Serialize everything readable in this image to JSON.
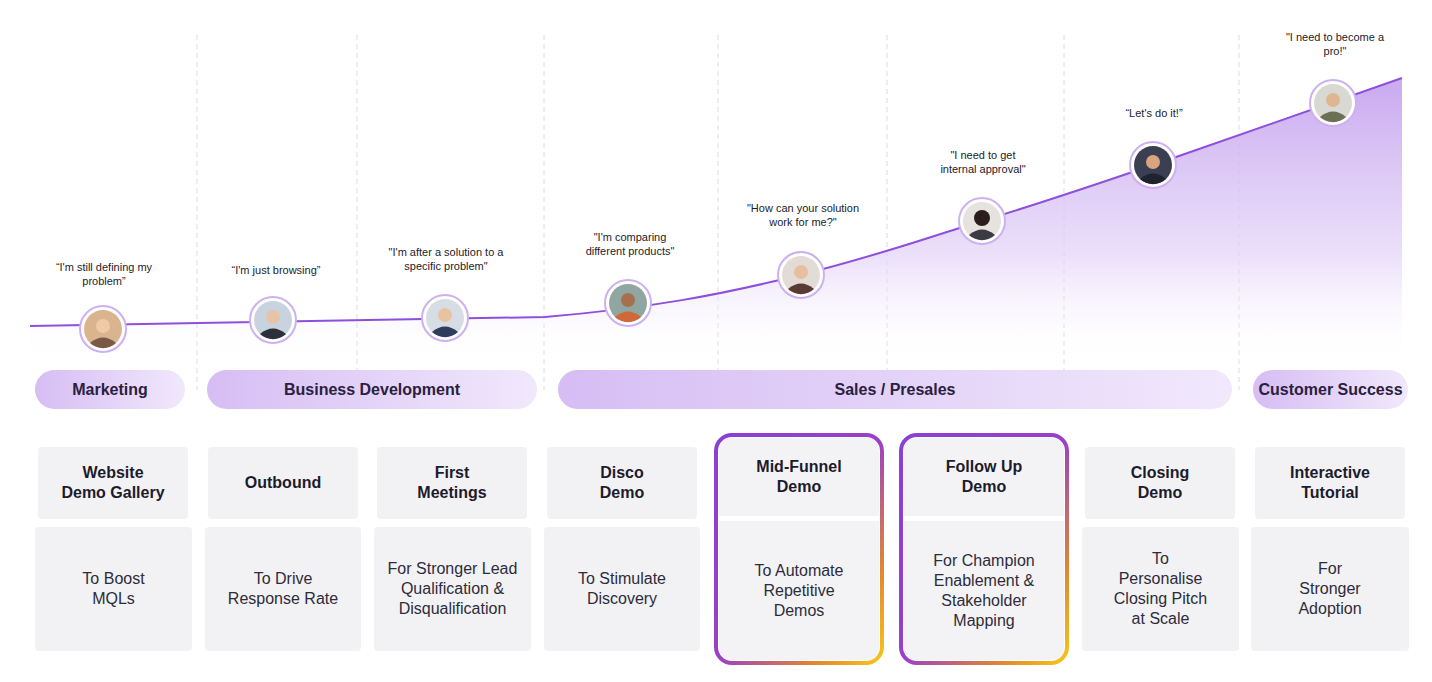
{
  "diagram": {
    "nodes": [
      {
        "text": [
          "Marketing"
        ]
      },
      {
        "text": [
          "Business Development"
        ]
      },
      {
        "text": [
          "Sales / Presales"
        ]
      },
      {
        "text": [
          "Customer Success"
        ]
      },
      {
        "text": [
          "Website Demo Gallery"
        ]
      },
      {
        "text": [
          "To Boost MQLs"
        ]
      },
      {
        "text": [
          "Outbound"
        ]
      },
      {
        "text": [
          "To Drive Response Rate"
        ]
      },
      {
        "text": [
          "First Meetings"
        ]
      },
      {
        "text": [
          "For Stronger Lead Qualification & Disqualification"
        ]
      },
      {
        "text": [
          "Disco Demo"
        ]
      },
      {
        "text": [
          "To Stimulate Discovery"
        ]
      },
      {
        "text": [
          "Mid-Funnel Demo"
        ]
      },
      {
        "text": [
          "To Automate Repetitive Demos"
        ]
      },
      {
        "text": [
          "Follow Up Demo"
        ]
      },
      {
        "text": [
          "For Champion Enablement & Stakeholder Mapping"
        ]
      },
      {
        "text": [
          "Closing Demo"
        ]
      },
      {
        "text": [
          "To Personalise Closing Pitch at Scale"
        ]
      },
      {
        "text": [
          "Interactive Tutorial"
        ]
      },
      {
        "text": [
          "For Stronger Adoption"
        ]
      }
    ],
    "labels": [
      "“I'm still defining my problem”",
      "“I'm just browsing”",
      "\"I'm after a solution to a specific problem\"",
      "\"I'm comparing different products\"",
      "\"How can your solution work for me?\"",
      "\"I need to get internal approval\"",
      "“Let's do it!”",
      "\"I need to become a pro!\""
    ]
  }
}
